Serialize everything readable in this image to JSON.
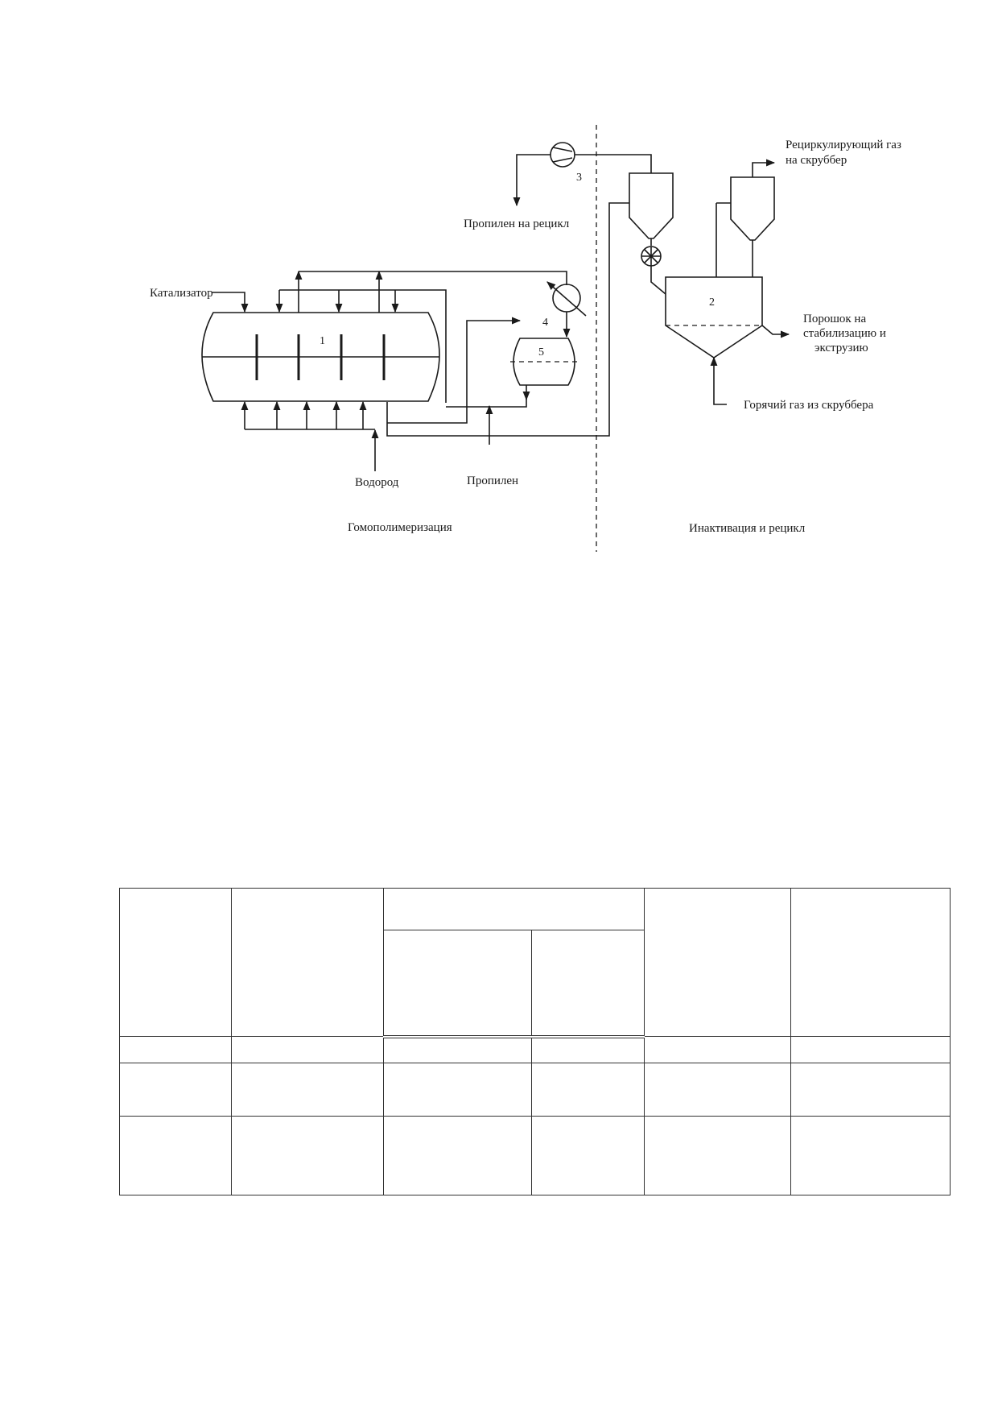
{
  "diagram": {
    "labels": {
      "catalyst": "Катализатор",
      "recycled_gas_line1": "Рециркулирующий газ",
      "recycled_gas_line2": "на скруббер",
      "propylene_recycle": "Пропилен на рецикл",
      "powder_line1": "Порошок на",
      "powder_line2": "стабилизацию и",
      "powder_line3": "экструзию",
      "hot_gas": "Горячий газ из скруббера",
      "hydrogen": "Водород",
      "propylene": "Пропилен",
      "section_left": "Гомополимеризация",
      "section_right": "Инактивация и рецикл"
    },
    "equipment_numbers": {
      "reactor": "1",
      "deactivator": "2",
      "compressor": "3",
      "heat_exchanger": "4",
      "separator": "5"
    },
    "icons": [
      "compressor-icon",
      "heat-exchanger-icon",
      "rotary-valve-icon",
      "flow-arrow-icon"
    ]
  },
  "table": {
    "columns": 6,
    "note": "",
    "rows": [
      [
        "",
        "",
        "",
        "",
        "",
        ""
      ],
      [
        "",
        "",
        "",
        "",
        "",
        ""
      ],
      [
        "",
        "",
        "",
        "",
        "",
        ""
      ]
    ]
  }
}
